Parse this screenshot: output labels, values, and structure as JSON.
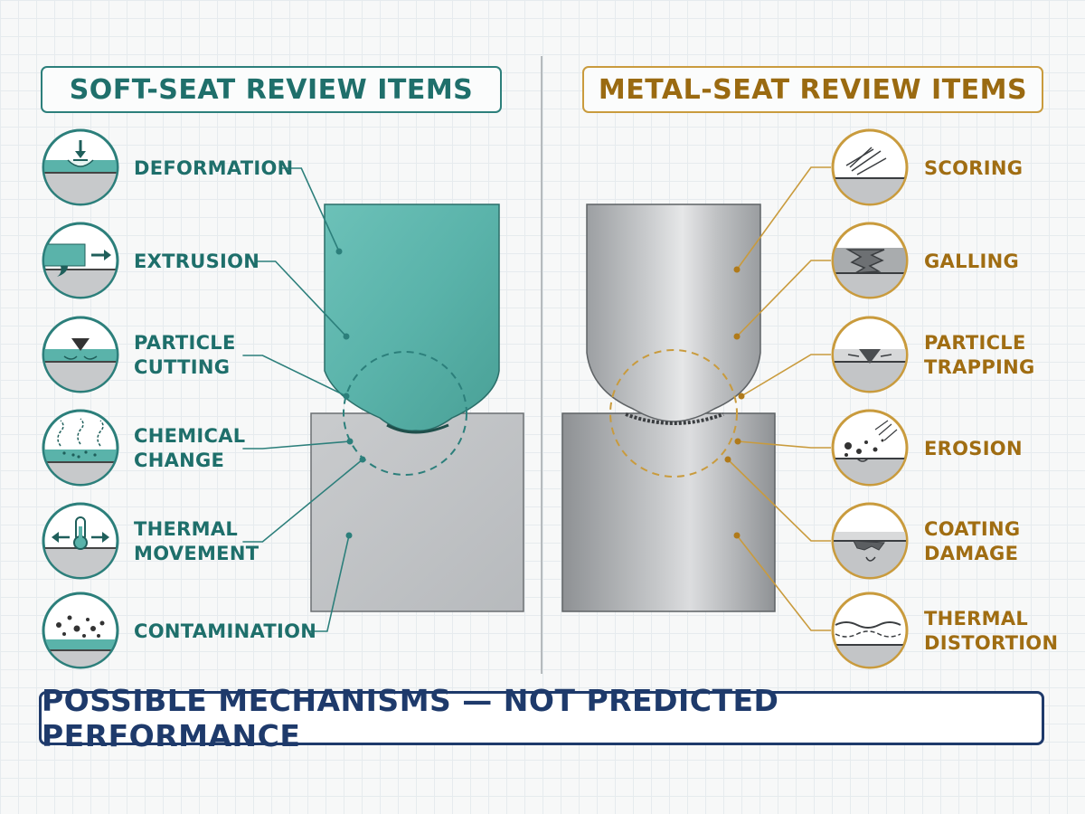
{
  "left_panel": {
    "title": "SOFT-SEAT REVIEW ITEMS",
    "accent_color": "#2c7f7b",
    "items": [
      {
        "label": "DEFORMATION",
        "icon": "deformation-icon"
      },
      {
        "label": "EXTRUSION",
        "icon": "extrusion-icon"
      },
      {
        "label": "PARTICLE\nCUTTING",
        "icon": "particle-cutting-icon"
      },
      {
        "label": "CHEMICAL\nCHANGE",
        "icon": "chemical-change-icon"
      },
      {
        "label": "THERMAL\nMOVEMENT",
        "icon": "thermal-movement-icon"
      },
      {
        "label": "CONTAMINATION",
        "icon": "contamination-icon"
      }
    ]
  },
  "right_panel": {
    "title": "METAL-SEAT REVIEW ITEMS",
    "accent_color": "#c99b3d",
    "items": [
      {
        "label": "SCORING",
        "icon": "scoring-icon"
      },
      {
        "label": "GALLING",
        "icon": "galling-icon"
      },
      {
        "label": "PARTICLE\nTRAPPING",
        "icon": "particle-trapping-icon"
      },
      {
        "label": "EROSION",
        "icon": "erosion-icon"
      },
      {
        "label": "COATING\nDAMAGE",
        "icon": "coating-damage-icon"
      },
      {
        "label": "THERMAL\nDISTORTION",
        "icon": "thermal-distortion-icon"
      }
    ]
  },
  "footer": "POSSIBLE MECHANISMS — NOT PREDICTED PERFORMANCE"
}
